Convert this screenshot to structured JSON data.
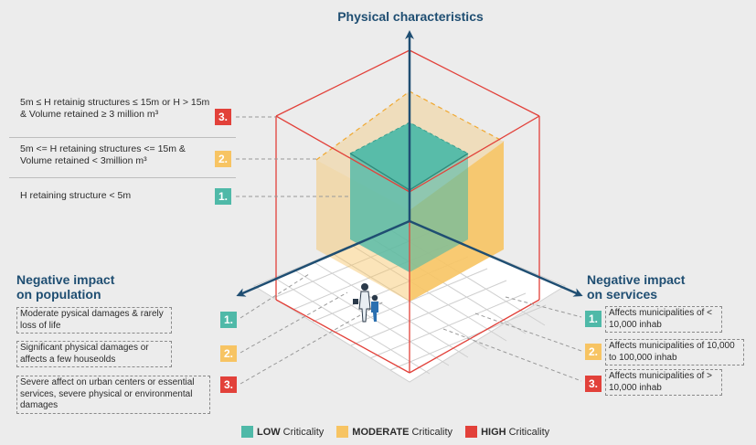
{
  "axes": {
    "vertical": "Physical characteristics",
    "left_line1": "Negative impact",
    "left_line2": "on population",
    "right_line1": "Negative  impact",
    "right_line2": "on services"
  },
  "physical_levels": [
    {
      "badge": "3.",
      "level": "high",
      "text": "5m  ≤  H retainig structures ≤  15m or H > 15m & Volume retained ≥ 3 million m³"
    },
    {
      "badge": "2.",
      "level": "moderate",
      "text": "5m <= H retaining structures <= 15m & Volume retained < 3million m³"
    },
    {
      "badge": "1.",
      "level": "low",
      "text": "H retaining structure < 5m"
    }
  ],
  "population_levels": [
    {
      "badge": "1.",
      "level": "low",
      "text": "Moderate pysical damages & rarely loss of life"
    },
    {
      "badge": "2.",
      "level": "moderate",
      "text": "Significant physical damages or affects a few houseolds"
    },
    {
      "badge": "3.",
      "level": "high",
      "text": "Severe affect on urban centers or essential services, severe physical or environmental damages"
    }
  ],
  "services_levels": [
    {
      "badge": "1.",
      "level": "low",
      "text": "Affects municipalities of < 10,000 inhab"
    },
    {
      "badge": "2.",
      "level": "moderate",
      "text": "Affects municipalities of 10,000 to 100,000 inhab"
    },
    {
      "badge": "3.",
      "level": "high",
      "text": "Affects municipalities of > 10,000 inhab"
    }
  ],
  "legend": [
    {
      "bold": "LOW",
      "text": "Criticality",
      "color": "#4fb9a8"
    },
    {
      "bold": "MODERATE",
      "text": "Criticality",
      "color": "#f7c463"
    },
    {
      "bold": "HIGH",
      "text": "Criticality",
      "color": "#e2413a"
    }
  ],
  "colors": {
    "low": "#4fb9a8",
    "moderate": "#f7c463",
    "high": "#e2413a",
    "axis": "#1f4e72"
  }
}
